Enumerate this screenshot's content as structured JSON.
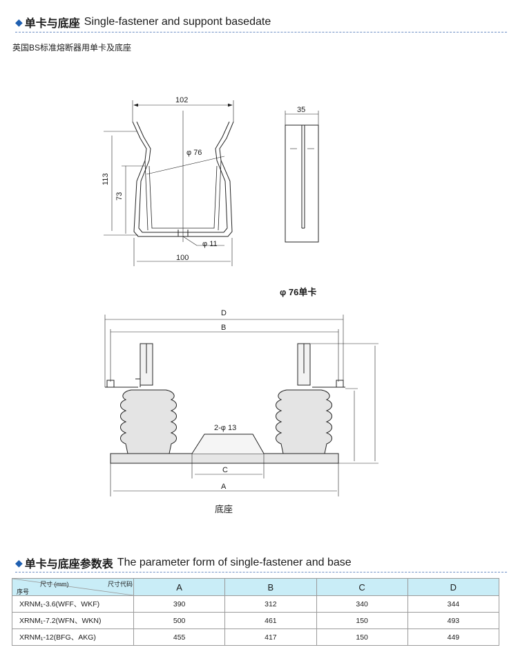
{
  "section1": {
    "title_cn": "单卡与底座",
    "title_en": "Single-fastener and suppont basedate"
  },
  "subtitle": "英国BS标准熔断器用单卡及底座",
  "drawing1": {
    "dim_102": "102",
    "dim_35": "35",
    "dim_phi76": "φ 76",
    "dim_113": "113",
    "dim_73": "73",
    "dim_phi11": "φ 11",
    "dim_100": "100",
    "caption": "φ 76单卡"
  },
  "drawing2": {
    "dim_D": "D",
    "dim_B": "B",
    "dim_holes": "2-φ 13",
    "dim_C": "C",
    "dim_A": "A",
    "caption": "底座"
  },
  "section2": {
    "title_cn": "单卡与底座参数表",
    "title_en": "The parameter form of single-fastener and base"
  },
  "table": {
    "header_top_left": "尺寸 (mm)",
    "header_top_right": "尺寸代码",
    "header_bottom_left": "序号",
    "columns": [
      "A",
      "B",
      "C",
      "D"
    ],
    "rows": [
      {
        "model": "XRNM₁-3.6(WFF、WKF)",
        "values": [
          "390",
          "312",
          "340",
          "344"
        ]
      },
      {
        "model": "XRNM₁-7.2(WFN、WKN)",
        "values": [
          "500",
          "461",
          "150",
          "493"
        ]
      },
      {
        "model": "XRNM₁-12(BFG、AKG)",
        "values": [
          "455",
          "417",
          "150",
          "449"
        ]
      }
    ]
  }
}
